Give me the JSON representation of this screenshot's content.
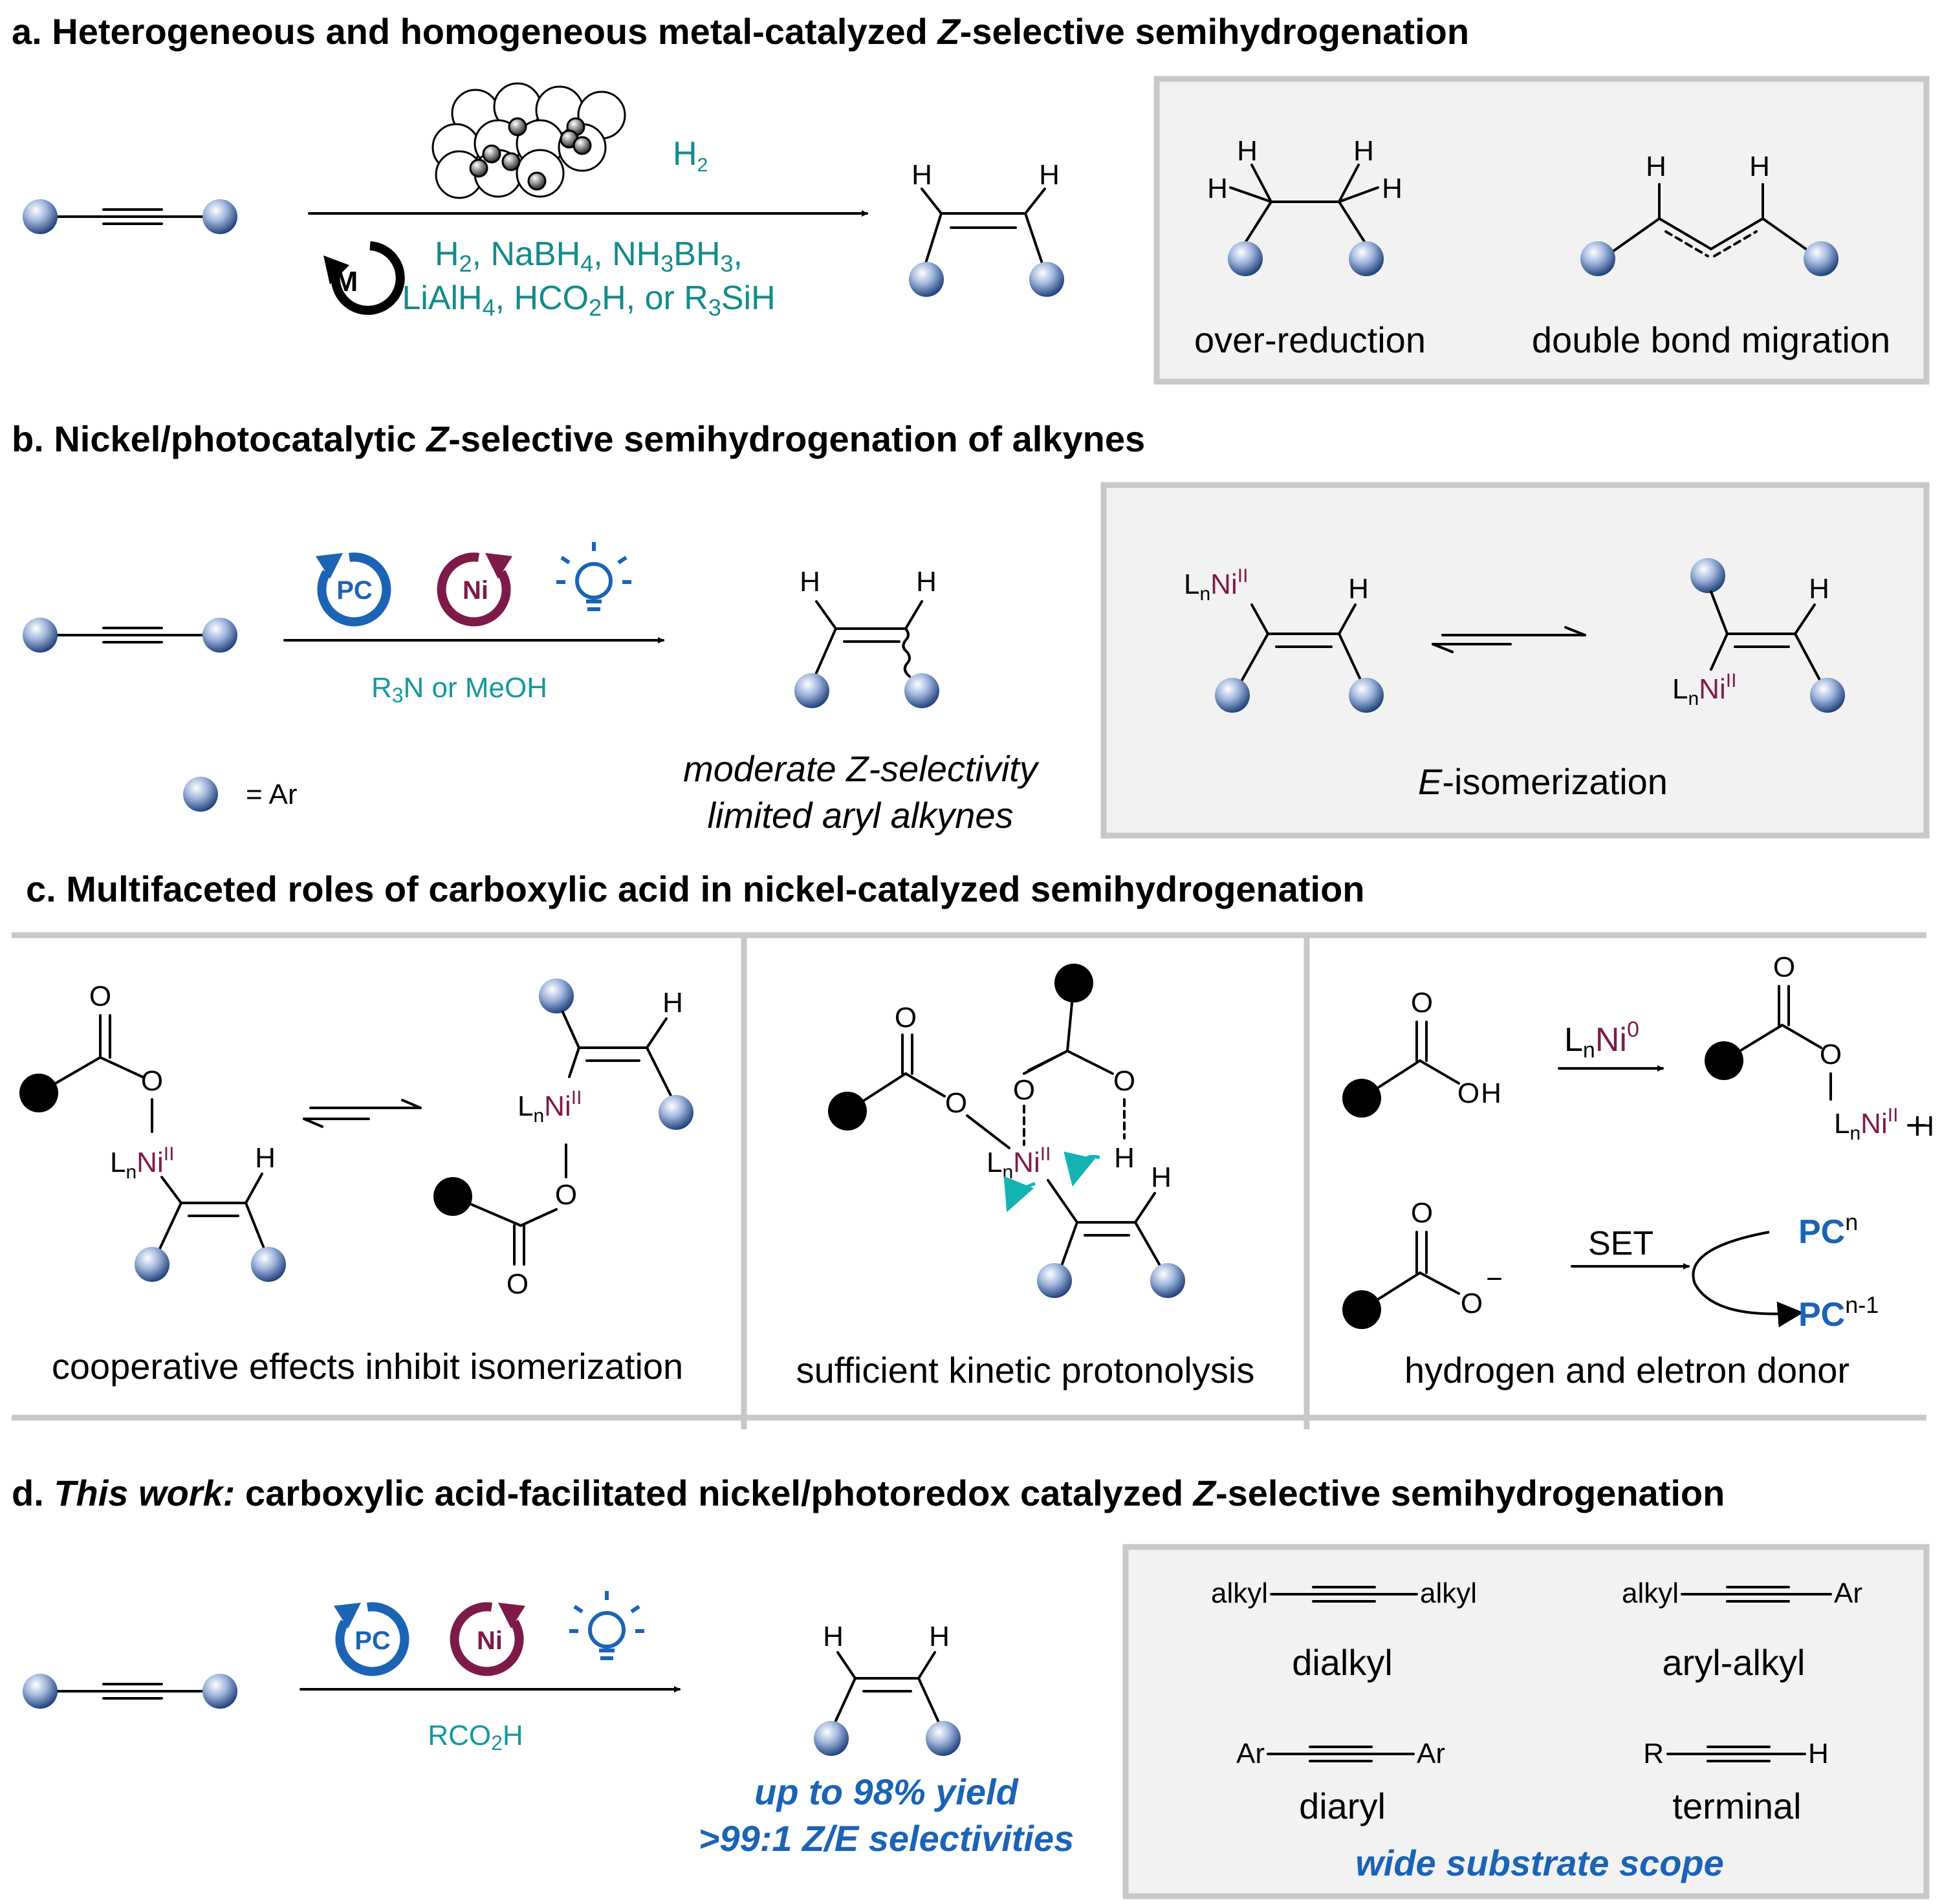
{
  "panels": {
    "a": {
      "label": "a.",
      "title_pre": "Heterogeneous and homogeneous metal-catalyzed ",
      "title_it": "Z",
      "title_post": "-selective semihydrogenation",
      "reagent_top": "H2",
      "reagent_line1": "H2, NaBH4, NH3BH3,",
      "reagent_line2": "LiAlH4, HCO2H, or R3SiH",
      "catalyst_symbol": "M",
      "box_left_caption": "over-reduction",
      "box_right_caption": "double bond migration"
    },
    "b": {
      "label": "b.",
      "title_pre": "Nickel/photocatalytic ",
      "title_it": "Z",
      "title_post": "-selective semihydrogenation of alkynes",
      "pc_label": "PC",
      "ni_label": "Ni",
      "reagent": "R3N or MeOH",
      "legend": "= Ar",
      "outcome_line1": "moderate Z-selectivity",
      "outcome_line2": "limited aryl alkynes",
      "box_caption_it": "E",
      "box_caption_rest": "-isomerization",
      "ligand": "LnNiII"
    },
    "c": {
      "label": "c.",
      "title": "Multifaceted roles of carboxylic acid in nickel-catalyzed semihydrogenation",
      "col1_caption": "cooperative effects inhibit isomerization",
      "col2_caption": "sufficient kinetic protonolysis",
      "col3_caption": "hydrogen and eletron donor",
      "reagent_ni0": "LnNi0",
      "set_label": "SET",
      "pc_n": "PCn",
      "pc_n_minus_1": "PCn-1"
    },
    "d": {
      "label": "d.",
      "title_it": "This work:",
      "title_mid": " carboxylic acid-facilitated nickel/photoredox catalyzed ",
      "title_it2": "Z",
      "title_post": "-selective semihydrogenation",
      "pc_label": "PC",
      "ni_label": "Ni",
      "reagent": "RCO2H",
      "yield": "up to 98% yield",
      "selectivity": ">99:1 Z/E selectivities",
      "scope": {
        "dialkyl_left": "alkyl",
        "dialkyl_right": "alkyl",
        "dialkyl_name": "dialkyl",
        "arylalkyl_left": "alkyl",
        "arylalkyl_right": "Ar",
        "arylalkyl_name": "aryl-alkyl",
        "diaryl_left": "Ar",
        "diaryl_right": "Ar",
        "diaryl_name": "diaryl",
        "terminal_left": "R",
        "terminal_right": "H",
        "terminal_name": "terminal",
        "caption": "wide substrate scope"
      }
    }
  },
  "colors": {
    "teal": "#128b8b",
    "nickel": "#7e1a4a",
    "photocatalyst": "#1b63b5",
    "box_fill": "#f2f2f2",
    "box_border": "#c8c8c8"
  },
  "icons": [
    "metal-cycle-icon",
    "photocatalyst-cycle-icon",
    "nickel-cycle-icon",
    "light-bulb-icon",
    "aryl-ball-icon",
    "nanoparticle-cluster-icon"
  ]
}
